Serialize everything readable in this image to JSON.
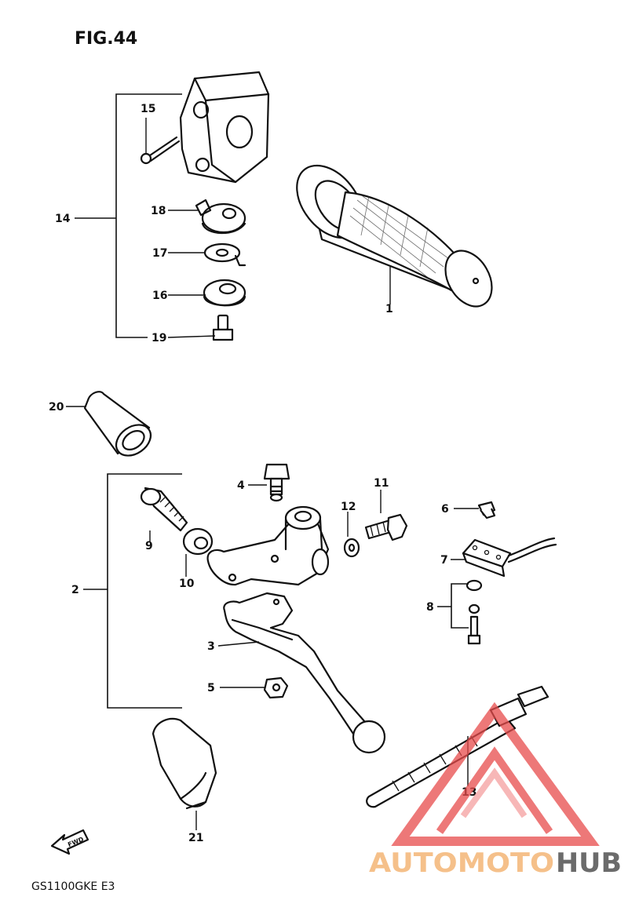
{
  "figure": {
    "title": "FIG.44",
    "model_code": "GS1100GKE  E3",
    "front_arrow_text": "FWD"
  },
  "callouts": {
    "c1": "1",
    "c2": "2",
    "c3": "3",
    "c4": "4",
    "c5": "5",
    "c6": "6",
    "c7": "7",
    "c8": "8",
    "c9": "9",
    "c10": "10",
    "c11": "11",
    "c12": "12",
    "c13": "13",
    "c14": "14",
    "c15": "15",
    "c16": "16",
    "c17": "17",
    "c18": "18",
    "c19": "19",
    "c20": "20",
    "c21": "21"
  },
  "watermark": {
    "part1": "AUTOMOTO",
    "part2": "HUB",
    "color_light": "#f5c08a",
    "color_accent": "#e84c4c",
    "color_dark": "#6b6b6b"
  }
}
